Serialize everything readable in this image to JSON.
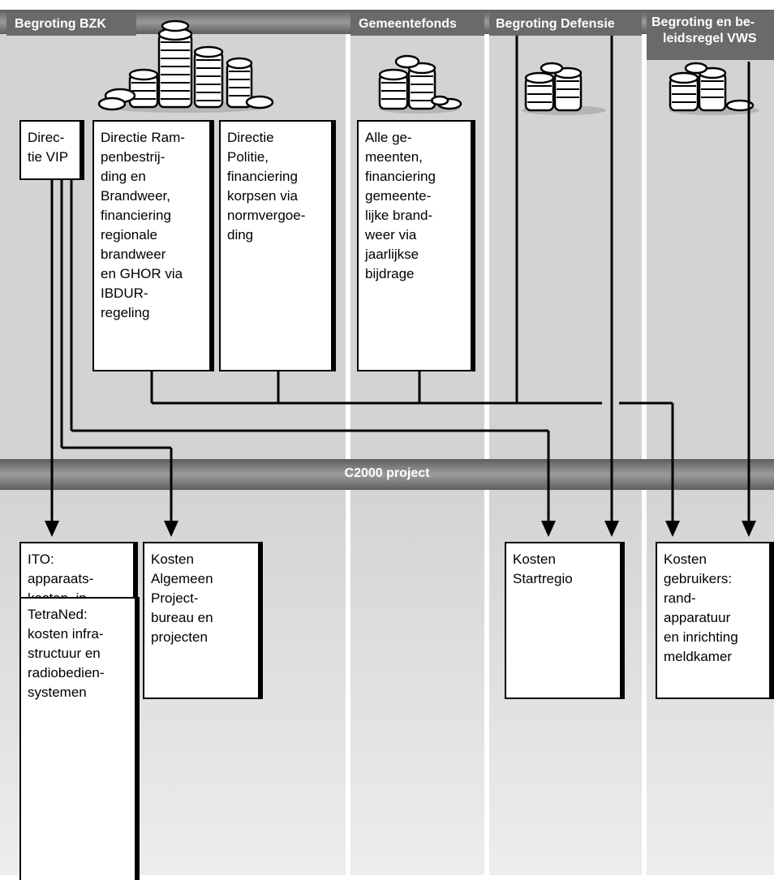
{
  "headers": {
    "bzk": "Begroting BZK",
    "gemeentefonds": "Gemeentefonds",
    "defensie": "Begroting Defensie",
    "vws_line1": "Begroting en be-",
    "vws_line2": "leidsregel VWS"
  },
  "c2000_label": "C2000 project",
  "boxes": {
    "directie_vip": "Direc-\ntie VIP",
    "directie_rampenbestrijding": "Directie Ram-\npenbestrij-\nding en\nBrandweer,\nfinanciering\nregionale\nbrandweer\nen GHOR via\nIBDUR-\nregeling",
    "directie_politie": "Directie\nPolitie,\nfinanciering\nkorpsen via\nnormvergoe-\nding",
    "alle_gemeenten": "Alle ge-\nmeenten,\nfinanciering\ngemeente-\nlijke brand-\nweer via\njaarlijkse\nbijdrage",
    "ito": "ITO:\napparaats-\nkosten, in-\nhuur en bij-\ndragen aan\nTetraNed",
    "kosten_algemeen": "Kosten\nAlgemeen\nProject-\nbureau en\nprojecten",
    "kosten_startregio": "Kosten\nStartregio",
    "kosten_gebruikers": "Kosten\ngebruikers:\nrand-\napparatuur\nen inrichting\nmeldkamer",
    "tetraned": "TetraNed:\nkosten infra-\nstructuur en\nradiobedien-\nsystemen"
  }
}
